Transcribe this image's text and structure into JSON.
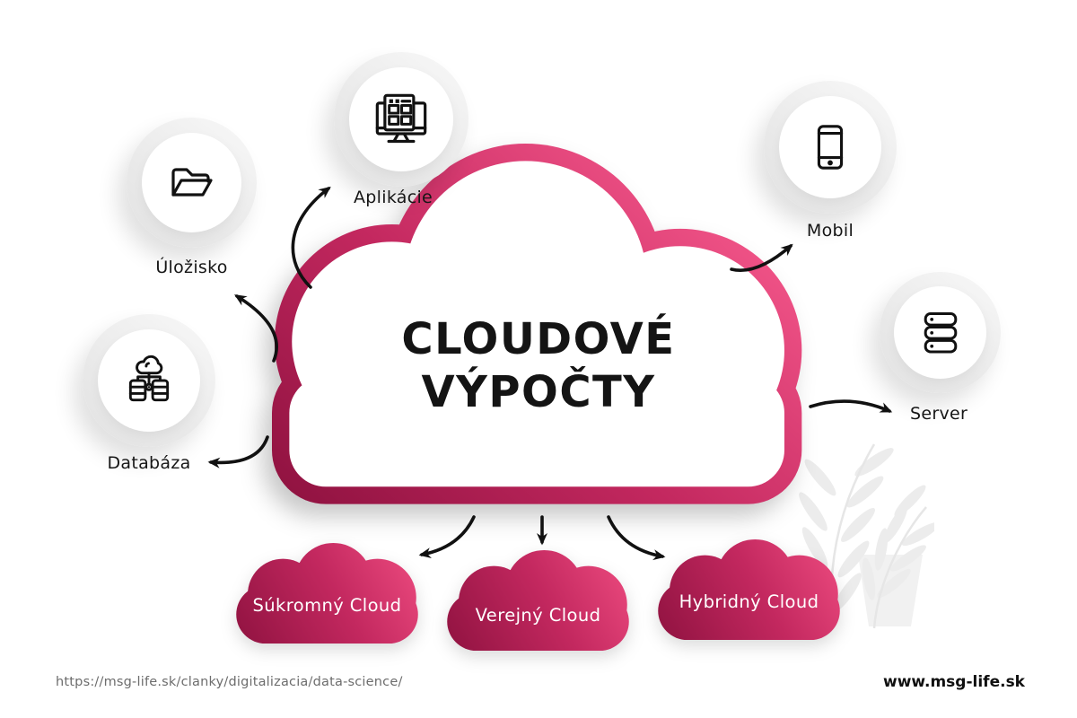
{
  "title": {
    "line1": "CLOUDOVÉ",
    "line2": "VÝPOČTY"
  },
  "nodes": [
    {
      "id": "aplikacie",
      "label": "Aplikácie",
      "icon": "app-window-icon"
    },
    {
      "id": "ulozisko",
      "label": "Úložisko",
      "icon": "open-folder-icon"
    },
    {
      "id": "databaza",
      "label": "Databáza",
      "icon": "cloud-database-icon"
    },
    {
      "id": "mobil",
      "label": "Mobil",
      "icon": "smartphone-icon"
    },
    {
      "id": "server",
      "label": "Server",
      "icon": "server-rack-icon"
    }
  ],
  "clouds": [
    {
      "label": "Súkromný Cloud"
    },
    {
      "label": "Verejný Cloud"
    },
    {
      "label": "Hybridný Cloud"
    }
  ],
  "footer": {
    "source_url": "https://msg-life.sk/clanky/digitalizacia/data-science/",
    "site": "www.msg-life.sk"
  },
  "colors": {
    "accent_dark": "#8F1240",
    "accent_mid": "#C3285F",
    "accent_bright": "#F05387",
    "text": "#141414",
    "muted": "#6D6D6D",
    "watermark": "#ECECEC"
  }
}
